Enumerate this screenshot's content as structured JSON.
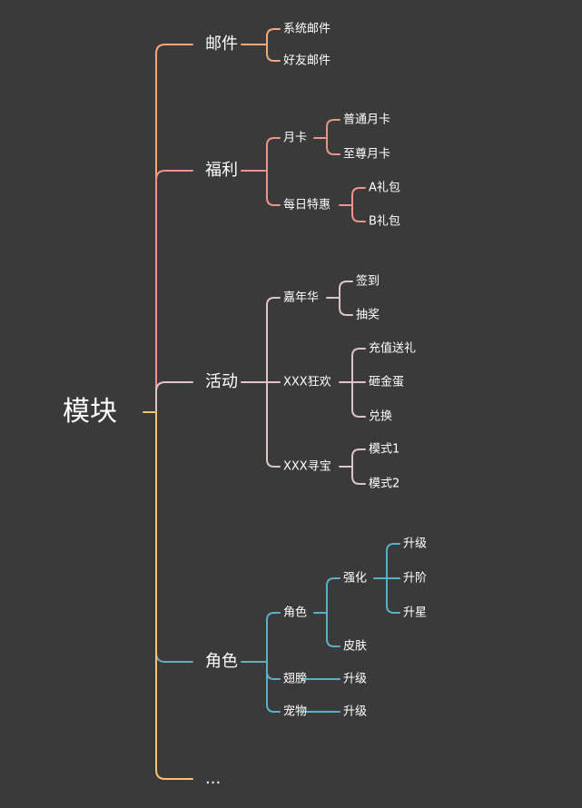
{
  "mindmap": {
    "root": "模块",
    "colors": {
      "mail": "#f4a77c",
      "welfare": "#ec948c",
      "activity": "#dfc3c6",
      "role": "#5ab0c7",
      "more": "#f9c27b"
    },
    "branches": [
      {
        "key": "mail",
        "label": "邮件",
        "children": [
          {
            "label": "系统邮件"
          },
          {
            "label": "好友邮件"
          }
        ]
      },
      {
        "key": "welfare",
        "label": "福利",
        "children": [
          {
            "label": "月卡",
            "children": [
              {
                "label": "普通月卡"
              },
              {
                "label": "至尊月卡"
              }
            ]
          },
          {
            "label": "每日特惠",
            "children": [
              {
                "label": "A礼包"
              },
              {
                "label": "B礼包"
              }
            ]
          }
        ]
      },
      {
        "key": "activity",
        "label": "活动",
        "children": [
          {
            "label": "嘉年华",
            "children": [
              {
                "label": "签到"
              },
              {
                "label": "抽奖"
              }
            ]
          },
          {
            "label": "XXX狂欢",
            "children": [
              {
                "label": "充值送礼"
              },
              {
                "label": "砸金蛋"
              },
              {
                "label": "兑换"
              }
            ]
          },
          {
            "label": "XXX寻宝",
            "children": [
              {
                "label": "模式1"
              },
              {
                "label": "模式2"
              }
            ]
          }
        ]
      },
      {
        "key": "role",
        "label": "角色",
        "children": [
          {
            "label": "角色",
            "children": [
              {
                "label": "强化",
                "children": [
                  {
                    "label": "升级"
                  },
                  {
                    "label": "升阶"
                  },
                  {
                    "label": "升星"
                  }
                ]
              },
              {
                "label": "皮肤"
              }
            ]
          },
          {
            "label": "翅膀",
            "children": [
              {
                "label": "升级"
              }
            ]
          },
          {
            "label": "宠物",
            "children": [
              {
                "label": "升级"
              }
            ]
          }
        ]
      },
      {
        "key": "more",
        "label": "..."
      }
    ]
  }
}
